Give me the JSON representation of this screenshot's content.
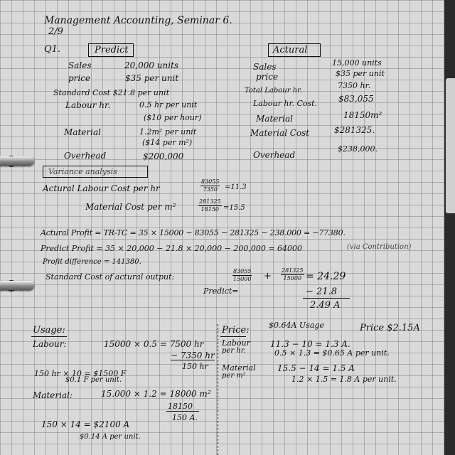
{
  "title": "Management Accounting, Seminar 6.",
  "date": "2/9",
  "question": "Q1.",
  "predict": {
    "heading": "Predict",
    "sales_label": "Sales",
    "sales_value": "20,000 units",
    "price_label": "price",
    "price_value": "$35 per unit",
    "std_cost_label": "Standard Cost $21.8 per unit",
    "labour_label": "Labour hr.",
    "labour_value": "0.5 hr per unit",
    "labour_rate": "($10 per hour)",
    "material_label": "Material",
    "material_value": "1.2m² per unit",
    "material_rate": "($14 per m²)",
    "overhead_label": "Overhead",
    "overhead_value": "$200,000"
  },
  "actual": {
    "heading": "Actural",
    "sales_label": "Sales",
    "sales_value": "15,000 units",
    "price_label": "price",
    "price_value": "$35 per unit",
    "labour_hr_label": "Total Labour hr.",
    "labour_hr_value": "7350 hr.",
    "labour_cost_label": "Labour hr. Cost.",
    "labour_cost_value": "$83,055",
    "material_label": "Material",
    "material_value": "18150m²",
    "material_cost_label": "Material Cost",
    "material_cost_value": "$281325.",
    "overhead_label": "Overhead",
    "overhead_value": "$238,000."
  },
  "variance": {
    "heading": "Variance analysis",
    "labour_rate_label": "Actural Labour Cost per hr",
    "labour_rate_num": "83055",
    "labour_rate_den": "7350",
    "labour_rate_result": "=11.3",
    "material_rate_label": "Material Cost per m²",
    "material_rate_num": "281325",
    "material_rate_den": "18150",
    "material_rate_result": "=15.5",
    "actual_profit": "Actural Profit = TR-TC = 35 × 15000 − 83055 − 281325 − 238.000 = −77380.",
    "predict_profit": "Predict Profit = 35 × 20,000 − 21.8 × 20,000 − 200,000 = 64000",
    "predict_note": "(via Contribution)",
    "profit_difference": "Profit difference = 141380.",
    "std_cost_label": "Standard Cost of actural output:",
    "std_frac1_num": "83055",
    "std_frac1_den": "15000",
    "std_plus": "+",
    "std_frac2_num": "281325",
    "std_frac2_den": "15000",
    "std_result": "= 24.29",
    "predict_label": "Predict=",
    "predict_value": "− 21.8",
    "diff_value": "2.49  A"
  },
  "summary": {
    "usage_total": "$0.64A Usage",
    "price_total": "Price $2.15A"
  },
  "usage": {
    "heading": "Usage:",
    "labour_label": "Labour:",
    "labour_calc": "15000 × 0.5 = 7500 hr",
    "labour_sub": "− 7350 hr",
    "labour_diff": "150 hr",
    "labour_cost": "150 hr × 10 = $1500 F",
    "labour_per_unit": "$0.1 F per unit.",
    "material_label": "Material:",
    "material_calc": "15.000 × 1.2 = 18000 m²",
    "material_sub": "18150",
    "material_diff": "150 A.",
    "material_cost": "150 × 14 = $2100 A",
    "material_per_unit": "$0.14 A per unit."
  },
  "price": {
    "heading": "Price:",
    "labour_label": "Labour",
    "labour_label2": "per hr.",
    "labour_calc": "11.3 − 10 = 1.3 A.",
    "labour_unit": "0.5 × 1.3 = $0.65 A per unit.",
    "material_label": "Material",
    "material_label2": "per m²",
    "material_calc": "15.5 − 14 = 1.5 A",
    "material_unit": "1.2 × 1.5 = 1.8 A per unit."
  }
}
